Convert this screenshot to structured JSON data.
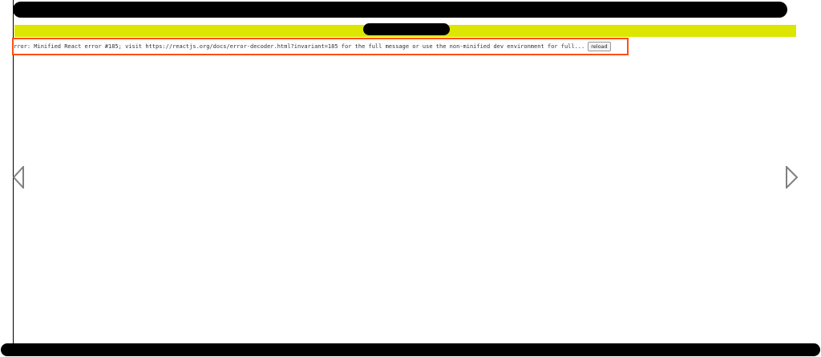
{
  "error": {
    "message": "rror: Minified React error #185; visit https://reactjs.org/docs/error-decoder.html?invariant=185 for the full message or use the non-minified dev environment for full...",
    "reload_label": "reload",
    "border_color": "#ff4f12"
  },
  "banner": {
    "color": "#dde600"
  },
  "navigation": {
    "prev_icon": "triangle-left-outline",
    "next_icon": "triangle-right-outline"
  }
}
